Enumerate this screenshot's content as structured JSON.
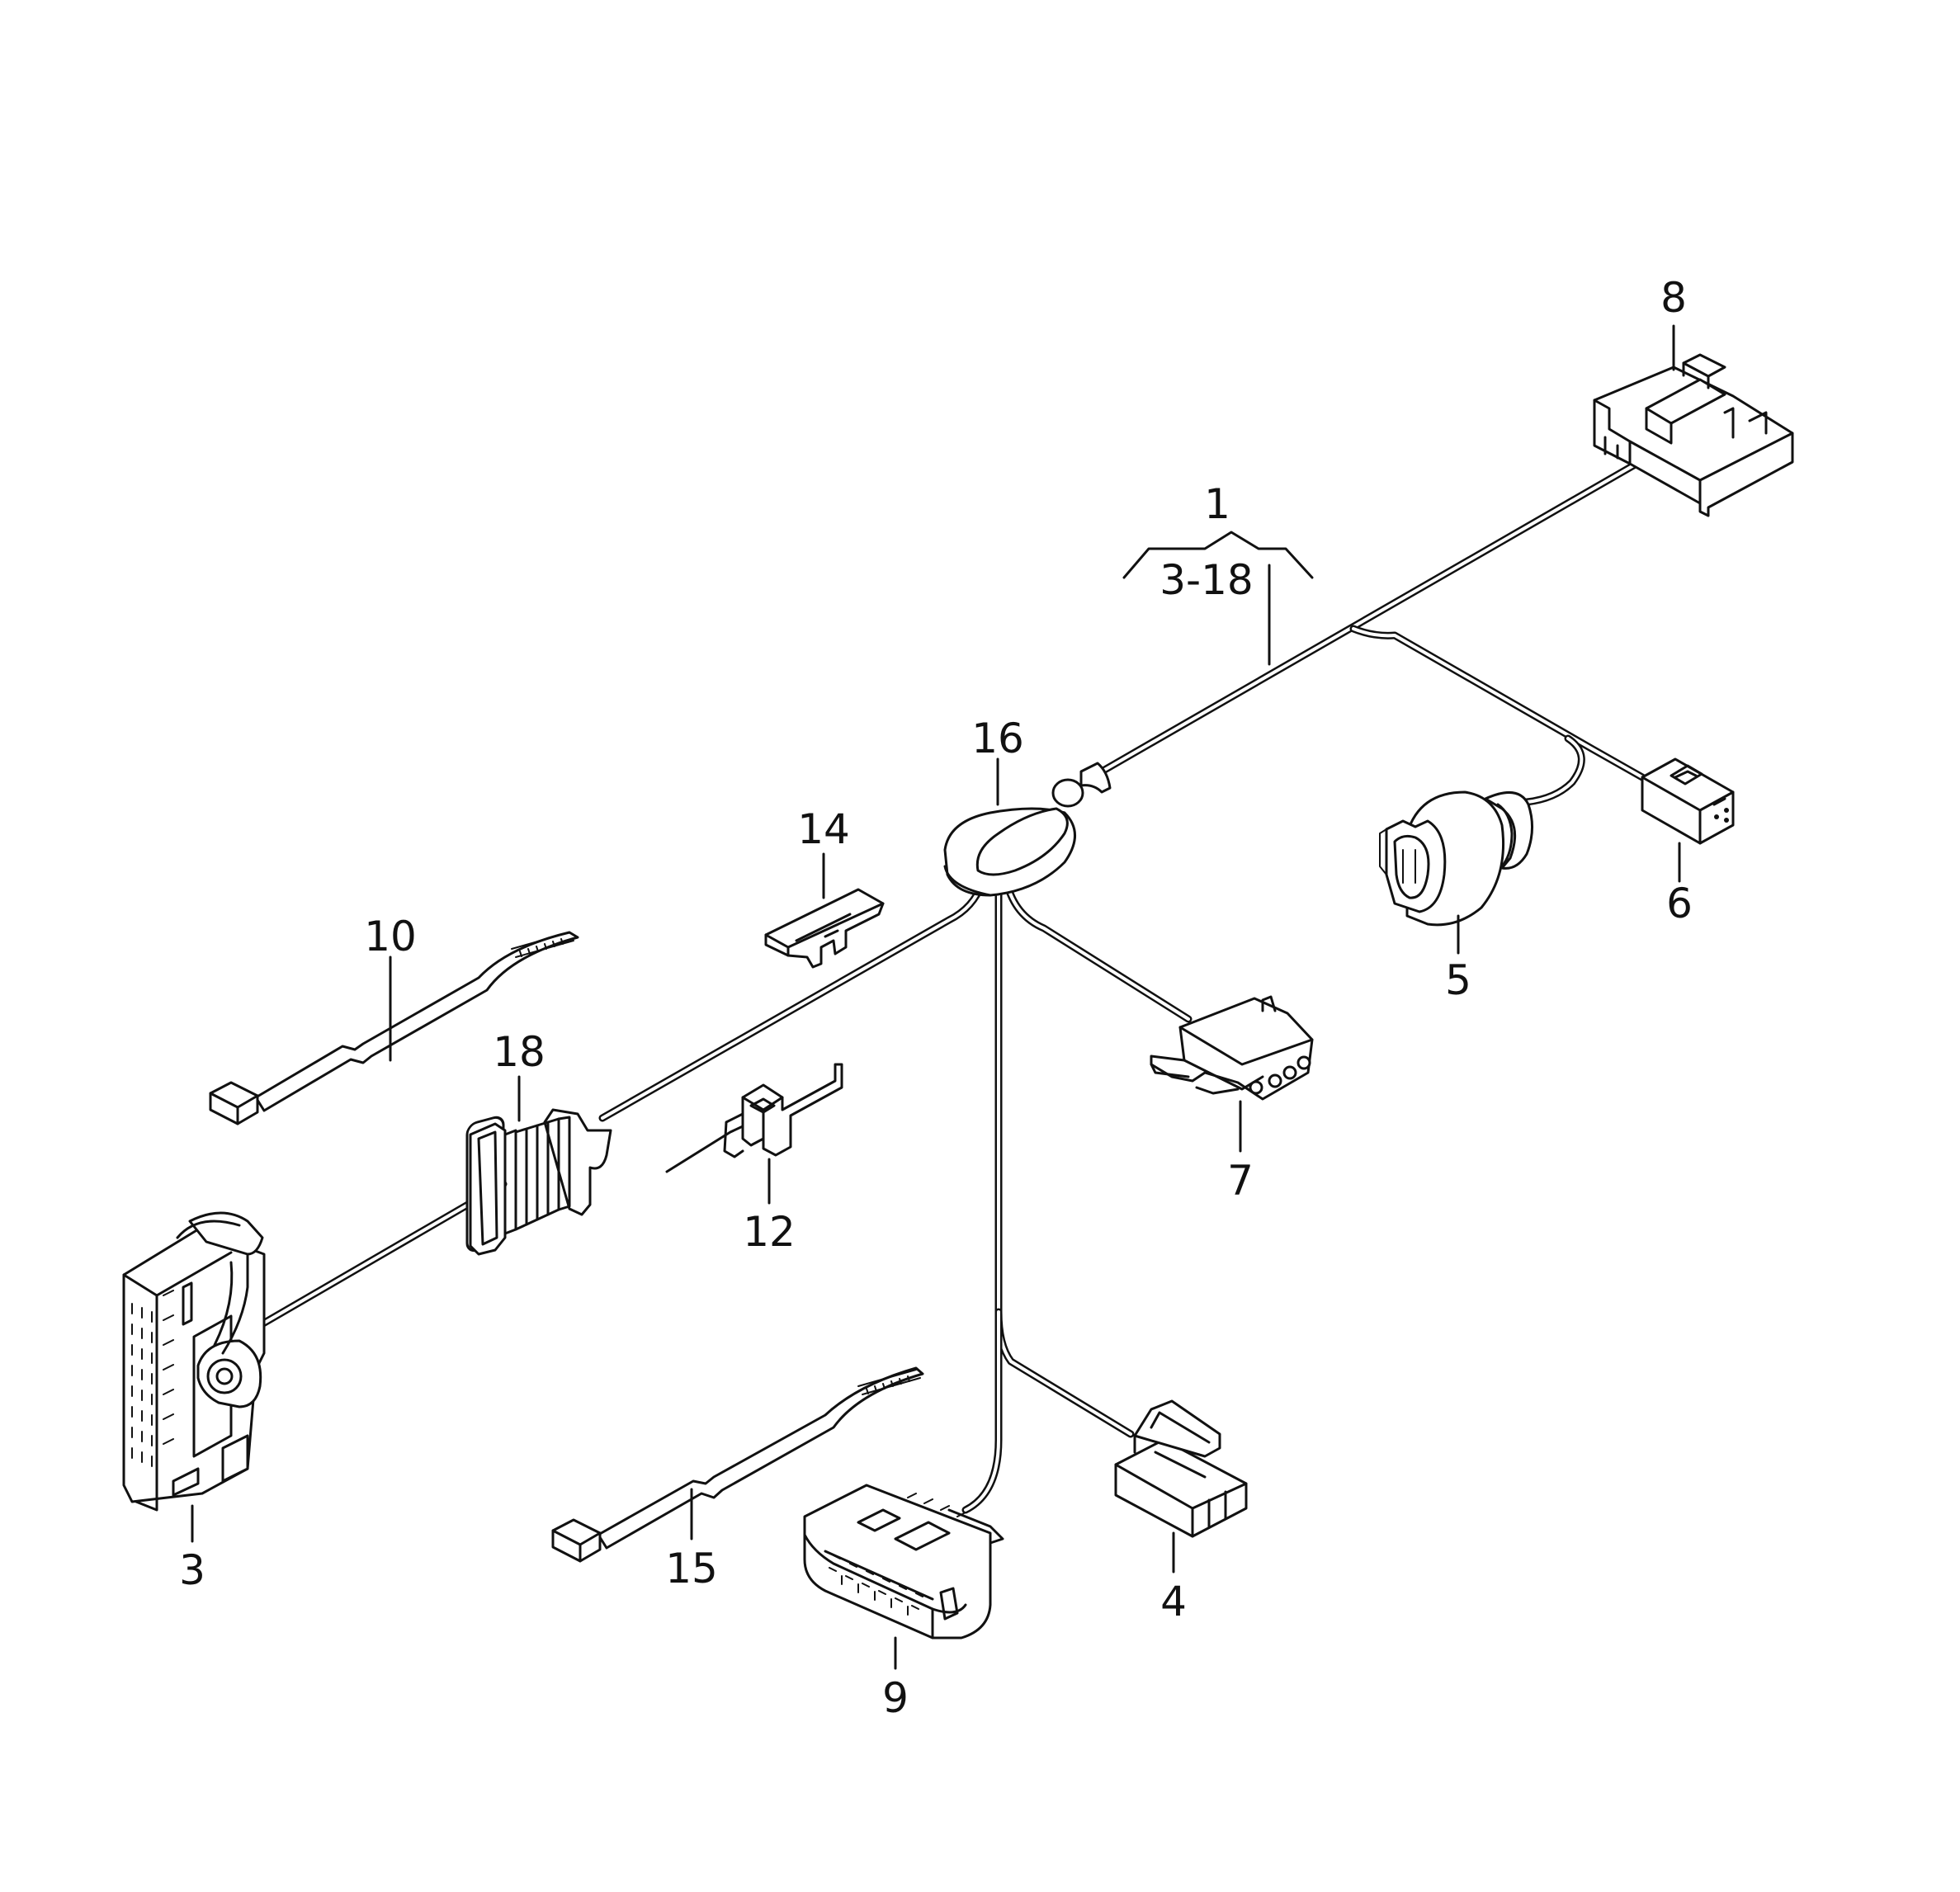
{
  "callouts": {
    "c1": "1",
    "c1_range": "3-18",
    "c3": "3",
    "c4": "4",
    "c5": "5",
    "c6": "6",
    "c7": "7",
    "c8": "8",
    "c9": "9",
    "c10": "10",
    "c12": "12",
    "c14": "14",
    "c15": "15",
    "c16": "16",
    "c18": "18"
  }
}
